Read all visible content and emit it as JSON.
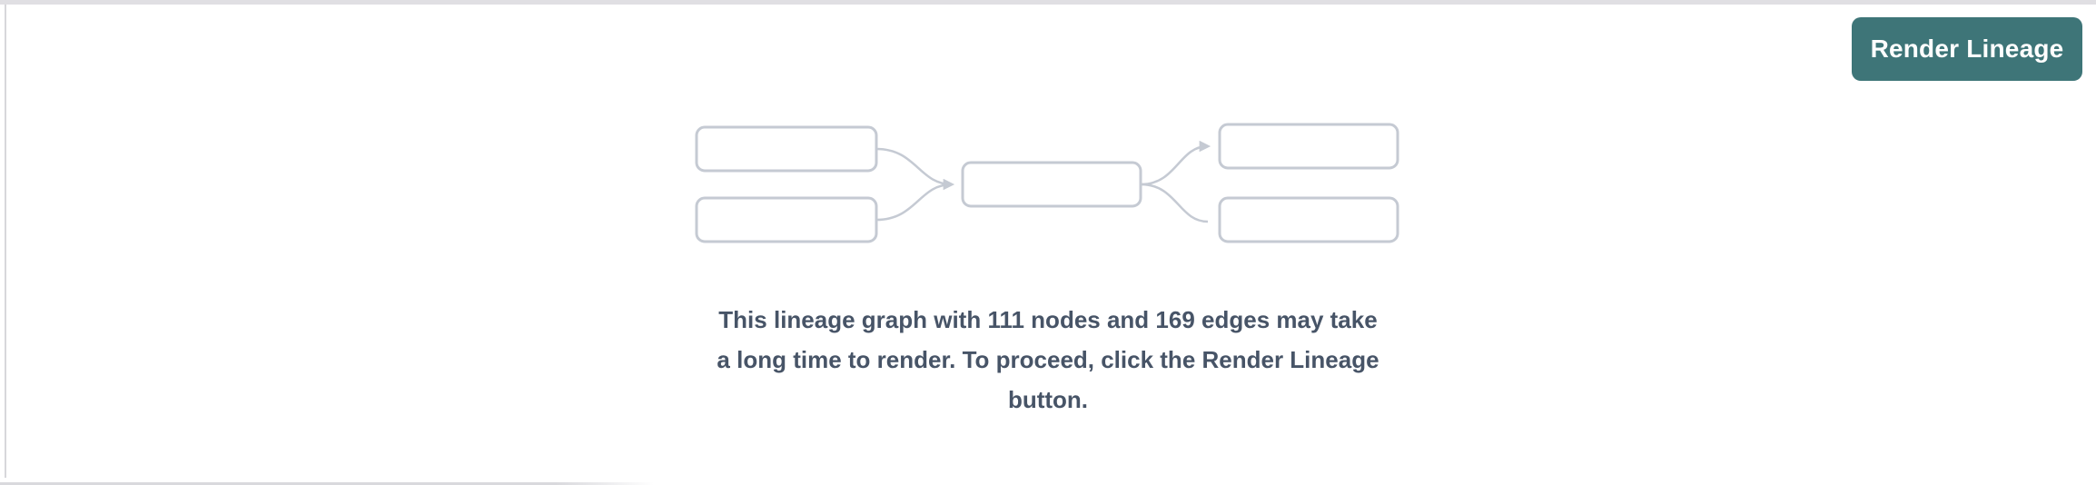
{
  "button": {
    "label": "Render Lineage",
    "bg_color": "#3E7578",
    "text_color": "#FFFFFF"
  },
  "message": {
    "text": "This lineage graph with 111 nodes and 169 edges may take a long time to render. To proceed, click the Render Lineage button.",
    "lines": [
      "This lineage graph with 111 nodes and 169 edges may take",
      "a long time to render. To proceed, click the Render Lineage",
      "button."
    ],
    "node_count": "111",
    "edge_count": "169",
    "text_color": "#475467"
  },
  "illustration": {
    "name": "lineage-graph-placeholder",
    "box_count": 5,
    "stroke_color": "#C5CAD3",
    "layout": "two sources -> one middle node -> two targets, curved arrows"
  },
  "dividers": {
    "top_color": "#E0DFE3",
    "left_color": "#D7D7DB",
    "bottom_color": "#D9D9DD"
  }
}
